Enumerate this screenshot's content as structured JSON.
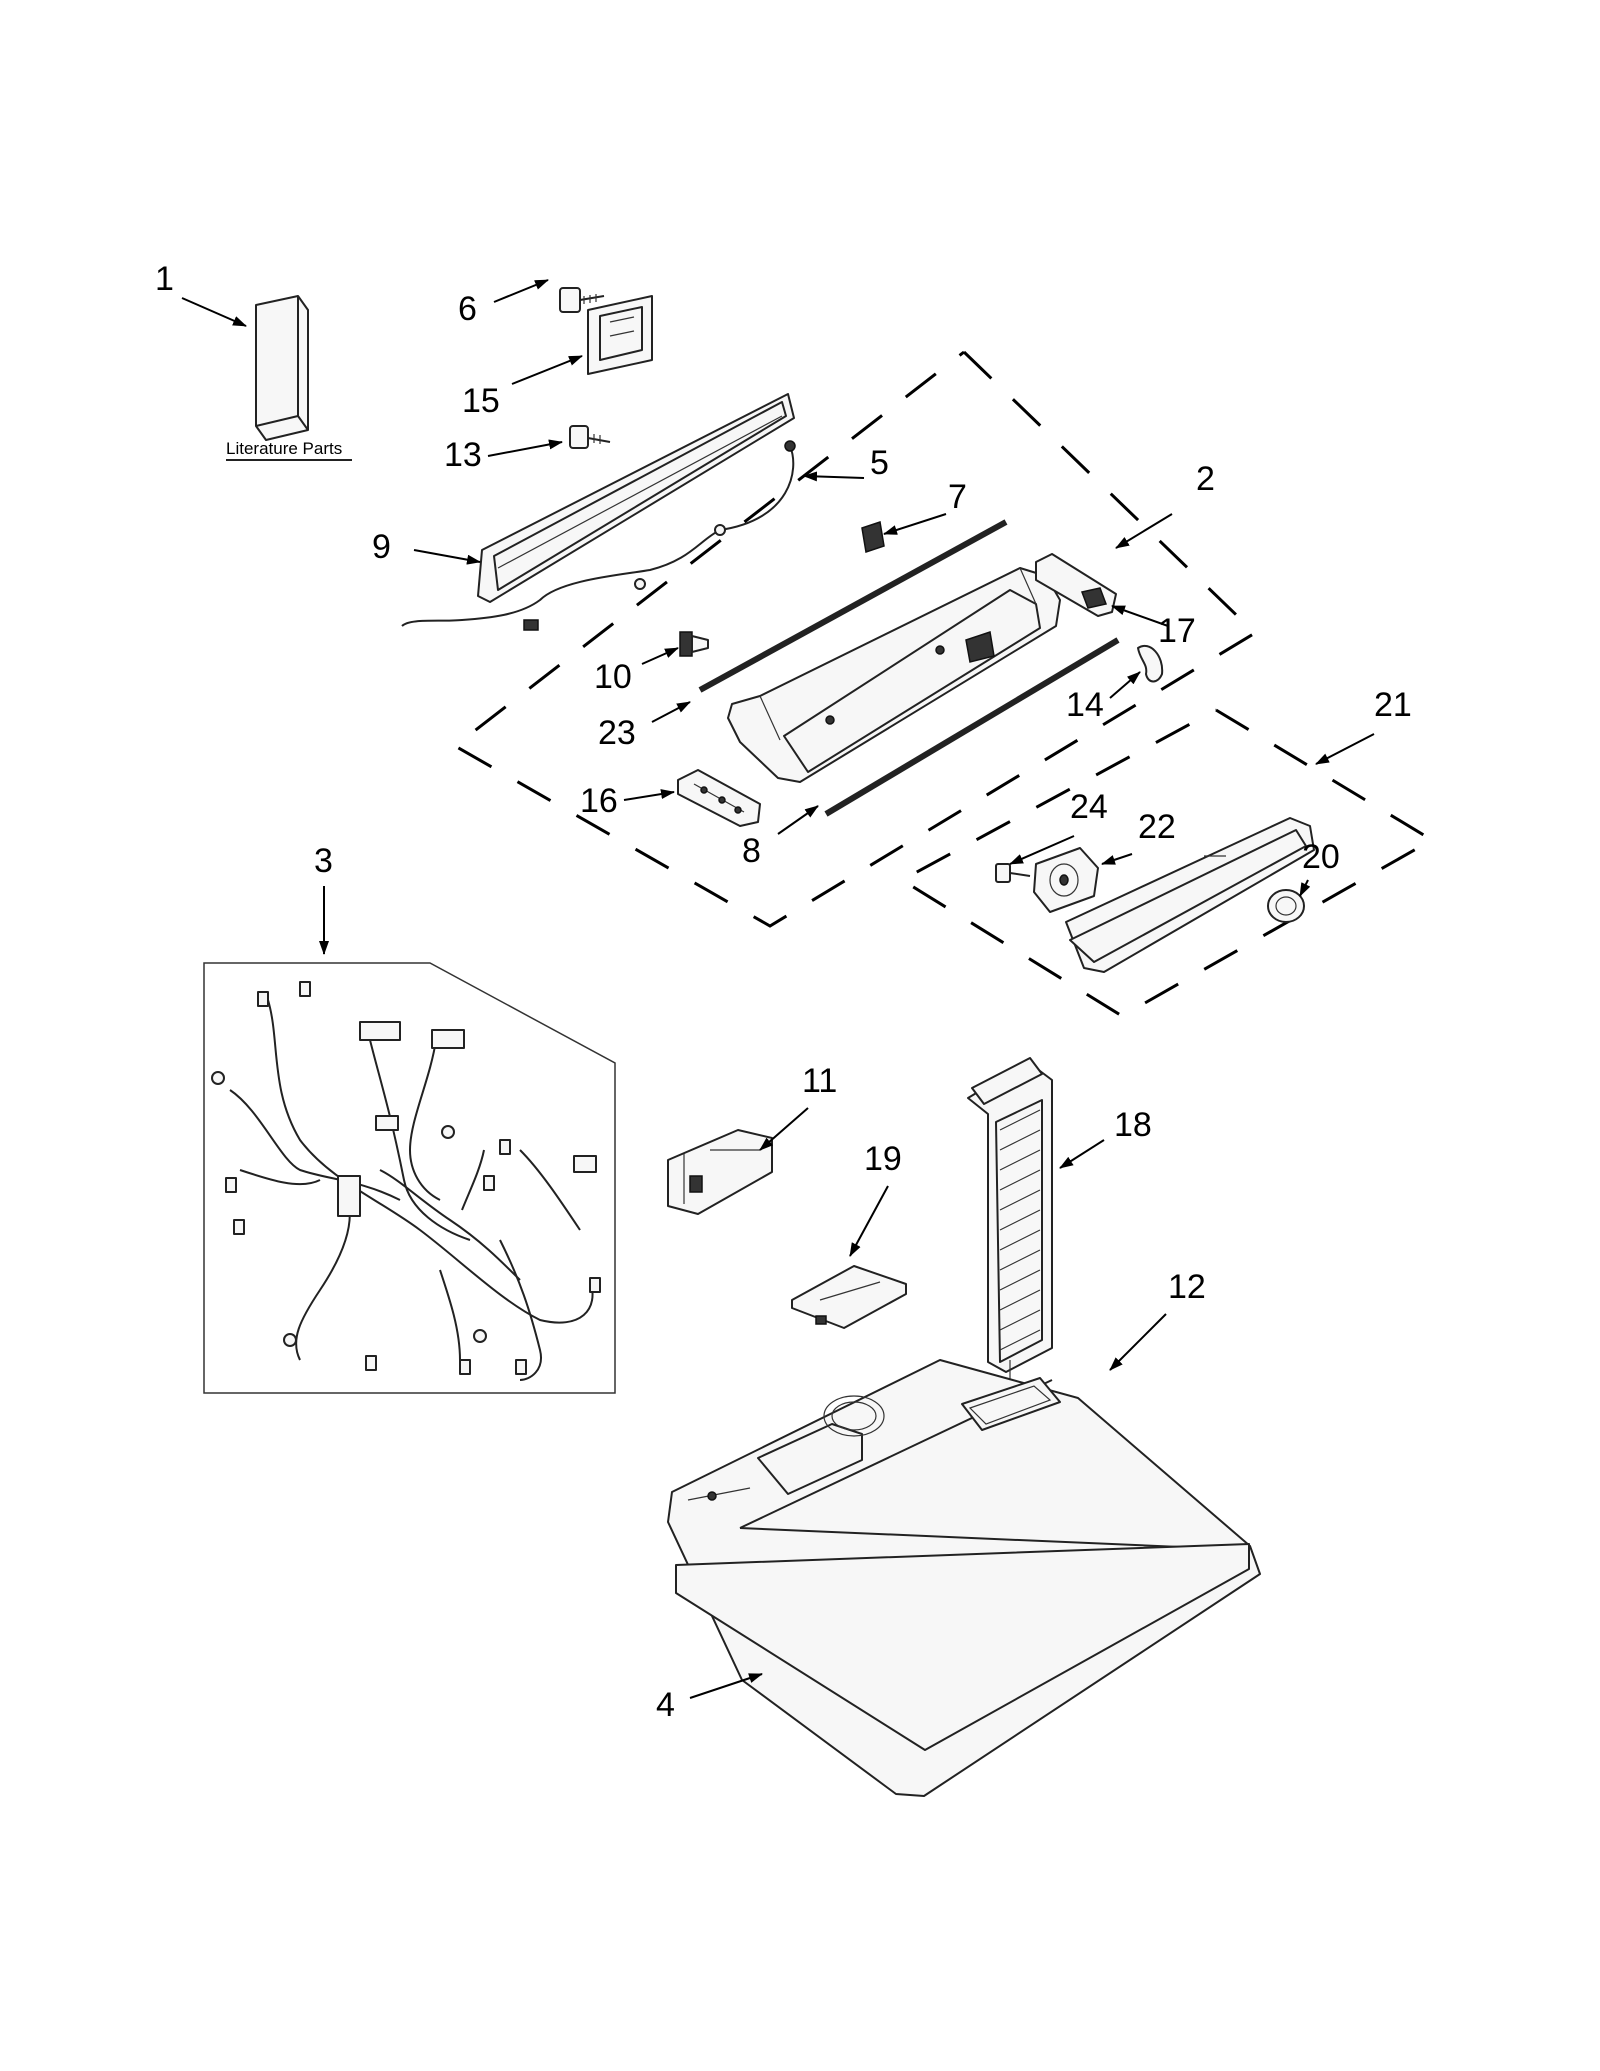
{
  "literature_label": "Literature Parts",
  "callouts": {
    "c1": "1",
    "c2": "2",
    "c3": "3",
    "c4": "4",
    "c5": "5",
    "c6": "6",
    "c7": "7",
    "c8": "8",
    "c9": "9",
    "c10": "10",
    "c11": "11",
    "c12": "12",
    "c13": "13",
    "c14": "14",
    "c15": "15",
    "c16": "16",
    "c17": "17",
    "c18": "18",
    "c19": "19",
    "c20": "20",
    "c21": "21",
    "c22": "22",
    "c23": "23",
    "c24": "24"
  }
}
